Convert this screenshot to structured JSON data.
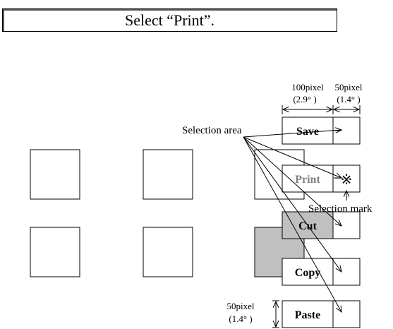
{
  "instruction": "Select “Print”.",
  "labels": {
    "selection_area": "Selection area",
    "selection_mark": "Selection mark",
    "width_main_px": "100pixel",
    "width_main_deg": "(2.9° )",
    "width_side_px": "50pixel",
    "width_side_deg": "(1.4° )",
    "height_px": "50pixel",
    "height_deg": "(1.4° )",
    "mark_glyph": "※"
  },
  "menu_items": [
    "Save",
    "Print",
    "Cut",
    "Copy",
    "Paste"
  ],
  "colors": {
    "highlight": "#c0c0c0",
    "print_text": "#808080"
  }
}
